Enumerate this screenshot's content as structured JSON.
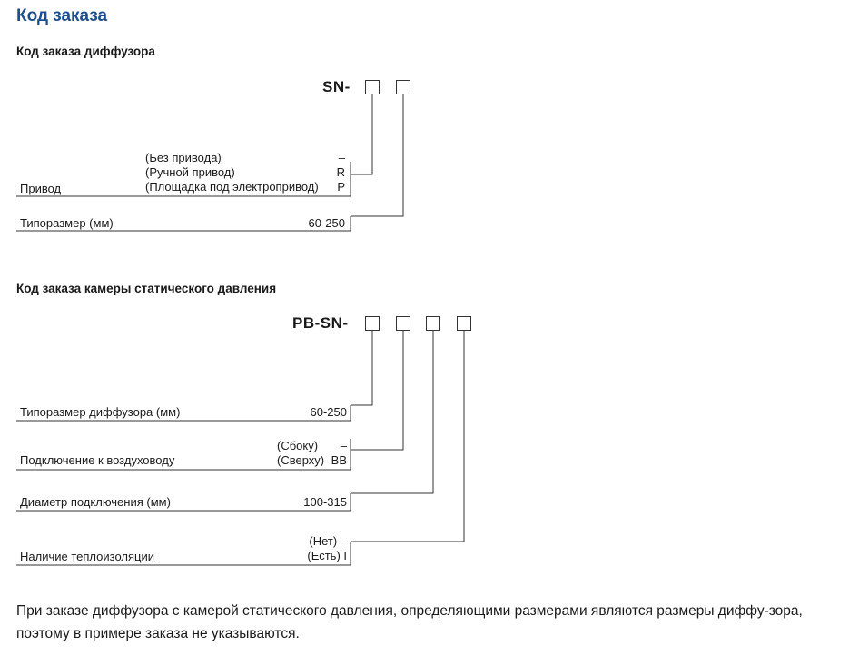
{
  "title": "Код заказа",
  "diffuser": {
    "heading": "Код заказа диффузора",
    "code": "SN-",
    "drive": {
      "label": "Привод",
      "options": [
        "(Без привода)",
        "(Ручной привод)",
        "(Площадка под электропривод)"
      ],
      "codes": [
        "–",
        "R",
        "P"
      ]
    },
    "size": {
      "label": "Типоразмер (мм)",
      "value": "60-250"
    }
  },
  "plenum": {
    "heading": "Код заказа камеры статического давления",
    "code": "PB-SN-",
    "diffuser_size": {
      "label": "Типоразмер диффузора (мм)",
      "value": "60-250"
    },
    "connection": {
      "label": "Подключение к воздуховоду",
      "options": [
        "(Сбоку)",
        "(Сверху)"
      ],
      "codes": [
        "–",
        "BB"
      ]
    },
    "diameter": {
      "label": "Диаметр подключения (мм)",
      "value": "100-315"
    },
    "insulation": {
      "label": "Наличие теплоизоляции",
      "options": [
        "(Нет) –",
        "(Есть) I"
      ]
    }
  },
  "note": "При заказе диффузора с камерой статического давления, определяющими размерами являются размеры диффу-зора, поэтому в примере заказа не указываются."
}
